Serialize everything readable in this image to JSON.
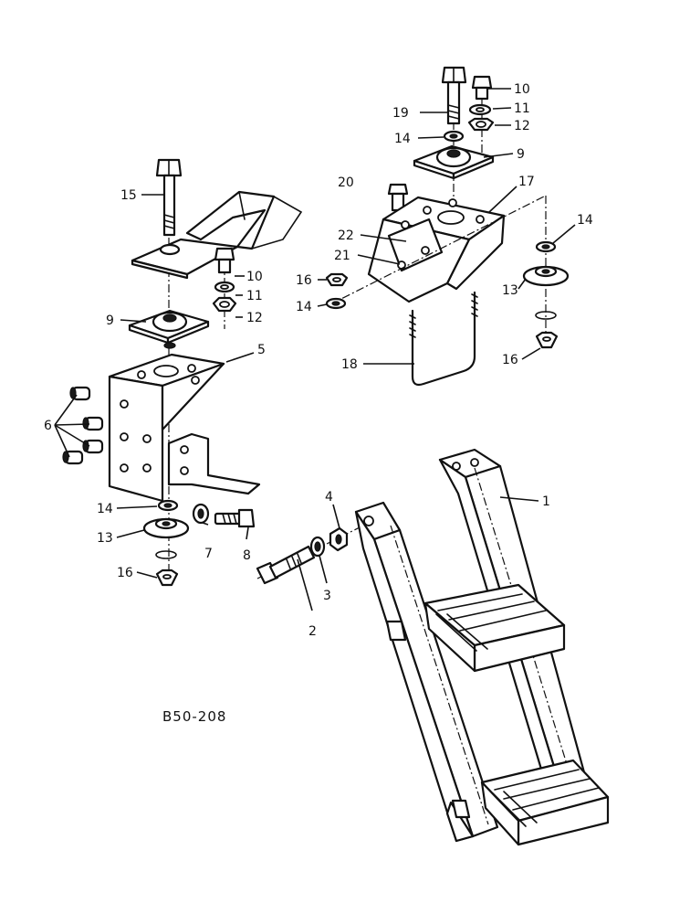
{
  "diagram_id": "B50-208",
  "callouts": [
    {
      "key": "c10a",
      "label": "10"
    },
    {
      "key": "c11a",
      "label": "11"
    },
    {
      "key": "c12a",
      "label": "12"
    },
    {
      "key": "c19",
      "label": "19"
    },
    {
      "key": "c14a",
      "label": "14"
    },
    {
      "key": "c9a",
      "label": "9"
    },
    {
      "key": "c20",
      "label": "20"
    },
    {
      "key": "c17",
      "label": "17"
    },
    {
      "key": "c14b",
      "label": "14"
    },
    {
      "key": "c22",
      "label": "22"
    },
    {
      "key": "c21",
      "label": "21"
    },
    {
      "key": "c16a",
      "label": "16"
    },
    {
      "key": "c14c",
      "label": "14"
    },
    {
      "key": "c13a",
      "label": "13"
    },
    {
      "key": "c16b",
      "label": "16"
    },
    {
      "key": "c18",
      "label": "18"
    },
    {
      "key": "c15",
      "label": "15"
    },
    {
      "key": "c10b",
      "label": "10"
    },
    {
      "key": "c11b",
      "label": "11"
    },
    {
      "key": "c12b",
      "label": "12"
    },
    {
      "key": "c9b",
      "label": "9"
    },
    {
      "key": "c5",
      "label": "5"
    },
    {
      "key": "c6",
      "label": "6"
    },
    {
      "key": "c14d",
      "label": "14"
    },
    {
      "key": "c13b",
      "label": "13"
    },
    {
      "key": "c7",
      "label": "7"
    },
    {
      "key": "c8",
      "label": "8"
    },
    {
      "key": "c16c",
      "label": "16"
    },
    {
      "key": "c4",
      "label": "4"
    },
    {
      "key": "c3",
      "label": "3"
    },
    {
      "key": "c2",
      "label": "2"
    },
    {
      "key": "c1",
      "label": "1"
    }
  ]
}
